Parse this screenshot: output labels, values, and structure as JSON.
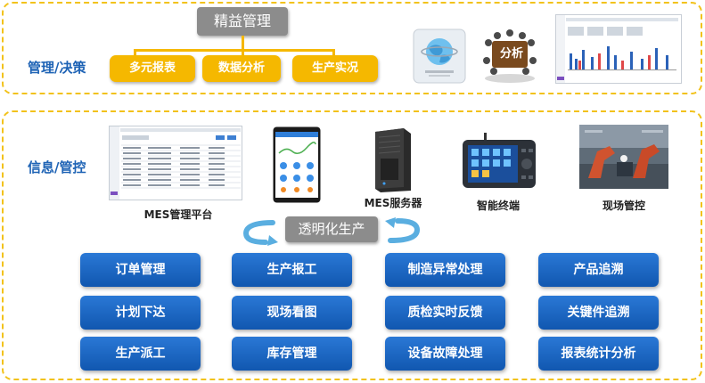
{
  "management": {
    "section_label": "管理/决策",
    "root": "精益管理",
    "children": [
      "多元报表",
      "数据分析",
      "生产实况"
    ],
    "analysis_badge": "分析"
  },
  "info": {
    "section_label": "信息/管控",
    "captions": [
      "MES管理平台",
      "MES服务器",
      "智能终端",
      "现场管控"
    ],
    "center_label": "透明化生产",
    "columns": [
      [
        "订单管理",
        "计划下达",
        "生产派工"
      ],
      [
        "生产报工",
        "现场看图",
        "库存管理"
      ],
      [
        "制造异常处理",
        "质检实时反馈",
        "设备故障处理"
      ],
      [
        "产品追溯",
        "关键件追溯",
        "报表统计分析"
      ]
    ]
  },
  "colors": {
    "section_border": "#f2c21b",
    "label_blue": "#1e63b5",
    "yellow": "#f5b800",
    "gray": "#8c8c8c",
    "button_blue": "#1a66c4"
  }
}
